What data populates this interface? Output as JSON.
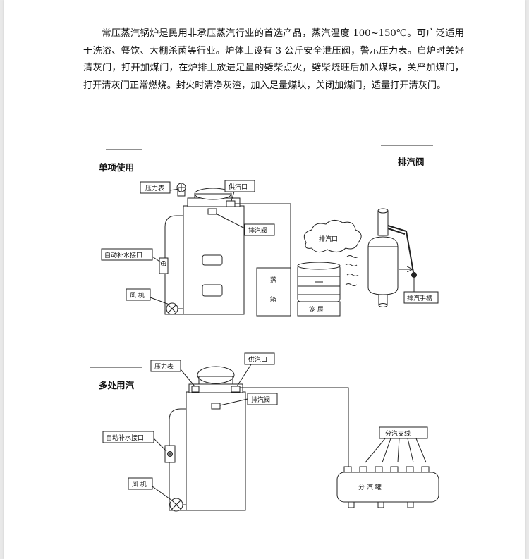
{
  "paragraph": "常压蒸汽锅炉是民用非承压蒸汽行业的首选产品，蒸汽温度 100~150℃。可广泛适用于洗浴、餐饮、大棚杀菌等行业。炉体上设有 3 公斤安全泄压阀，警示压力表。启炉时关好清灰门，打开加煤门，在炉排上放进足量的劈柴点火，劈柴烧旺后加入煤块，关严加煤门，打开清灰门正常燃烧。封火时清净灰渣，加入足量煤块，关闭加煤门，适量打开清灰门。",
  "diagram1": {
    "section_title": "单项使用",
    "right_title": "排汽阀",
    "labels": {
      "pressure_gauge": "压力表",
      "steam_supply": "供汽口",
      "exhaust_valve": "排汽阀",
      "auto_water_inlet": "自动补水接口",
      "fan": "风 机",
      "steam_box_1": "蒸",
      "steam_box_2": "箱",
      "steamer": "笼  屉",
      "cloud_outlet": "排汽口",
      "exhaust_handle": "排汽手柄"
    }
  },
  "diagram2": {
    "section_title": "多处用汽",
    "labels": {
      "pressure_gauge": "压力表",
      "steam_supply": "供汽口",
      "exhaust_valve": "排汽阀",
      "auto_water_inlet": "自动补水接口",
      "fan": "风 机",
      "branch_line": "分汽支线",
      "distributor": "分   汽   罐"
    }
  }
}
